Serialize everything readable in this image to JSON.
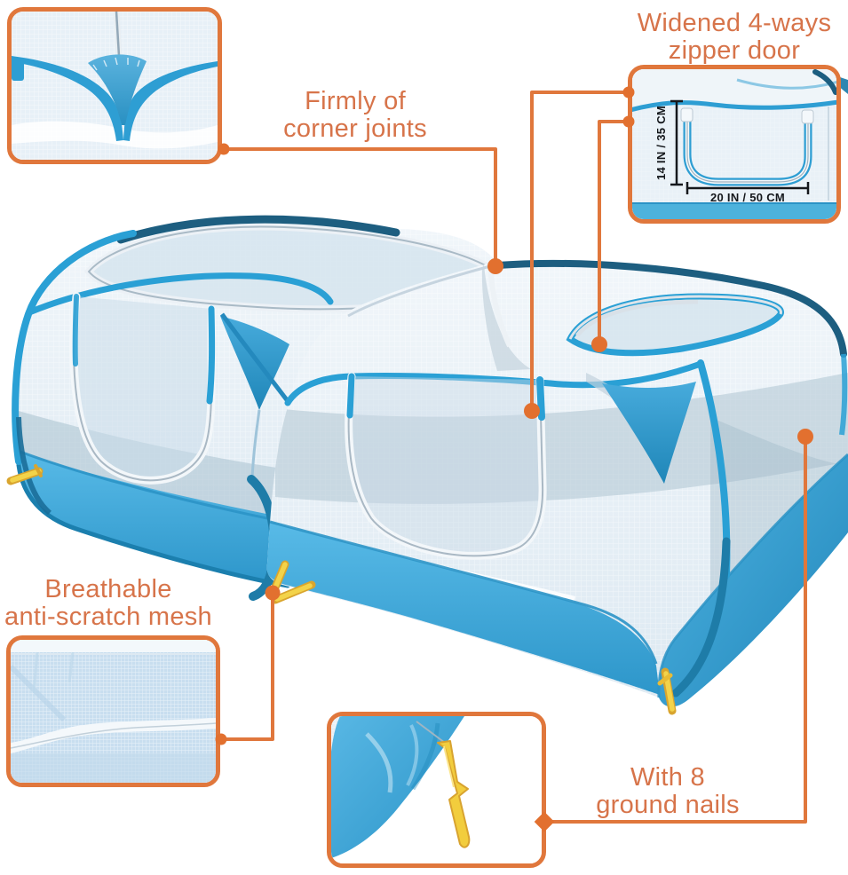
{
  "callouts": {
    "corner_joints": {
      "line1": "Firmly of",
      "line2": "corner joints"
    },
    "zipper_door": {
      "line1": "Widened 4-ways",
      "line2": "zipper door"
    },
    "mesh": {
      "line1": "Breathable",
      "line2": "anti-scratch mesh"
    },
    "ground_nails": {
      "line1": "With 8",
      "line2": "ground nails"
    }
  },
  "dimensions": {
    "door_height": "14 IN / 35 CM",
    "door_width": "20 IN / 50 CM"
  },
  "insets": {
    "corner_joint_image": "corner-joint-closeup-photo",
    "zipper_door_image": "zipper-door-closeup-photo",
    "mesh_image": "anti-scratch-mesh-closeup-photo",
    "ground_nail_image": "ground-nail-closeup-photo"
  },
  "colors": {
    "callout_accent": "#E0773C",
    "callout_text": "#D7744A",
    "tent_blue": "#2AA0D5",
    "tent_dark_blue": "#1D5E80",
    "skirt_blue": "#3FA9DC",
    "mesh_light_blue": "#E9F1F7",
    "nail_yellow": "#EFC937",
    "dimension_text": "#15181C"
  }
}
